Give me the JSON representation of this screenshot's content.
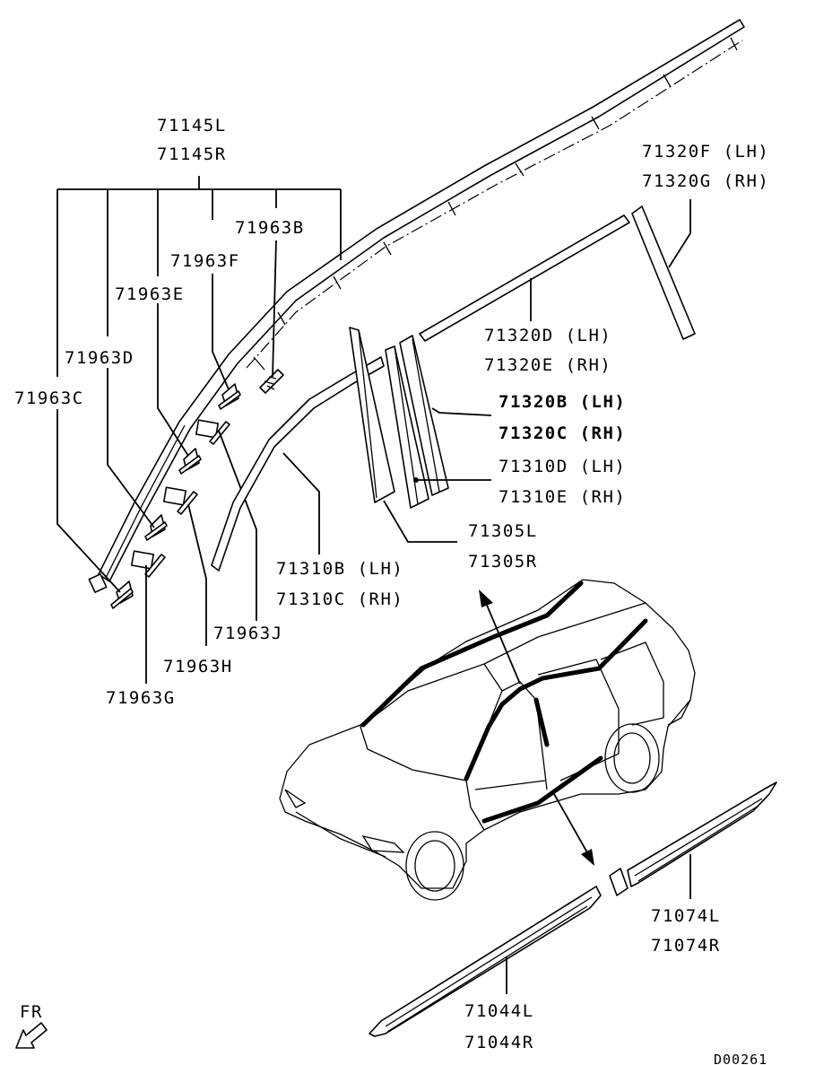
{
  "diagram": {
    "labels": {
      "p71145": [
        "71145L",
        "71145R"
      ],
      "p71963B": "71963B",
      "p71963F": "71963F",
      "p71963E": "71963E",
      "p71963D": "71963D",
      "p71963C": "71963C",
      "p71963J": "71963J",
      "p71963H": "71963H",
      "p71963G": "71963G",
      "p71320FG": [
        "71320F (LH)",
        "71320G (RH)"
      ],
      "p71320DE": [
        "71320D (LH)",
        "71320E (RH)"
      ],
      "p71320BC": [
        "71320B (LH)",
        "71320C (RH)"
      ],
      "p71310DE": [
        "71310D (LH)",
        "71310E (RH)"
      ],
      "p71305": [
        "71305L",
        "71305R"
      ],
      "p71310BC": [
        "71310B (LH)",
        "71310C (RH)"
      ],
      "p71074": [
        "71074L",
        "71074R"
      ],
      "p71044": [
        "71044L",
        "71044R"
      ],
      "fr": "FR",
      "code": "D00261"
    }
  }
}
